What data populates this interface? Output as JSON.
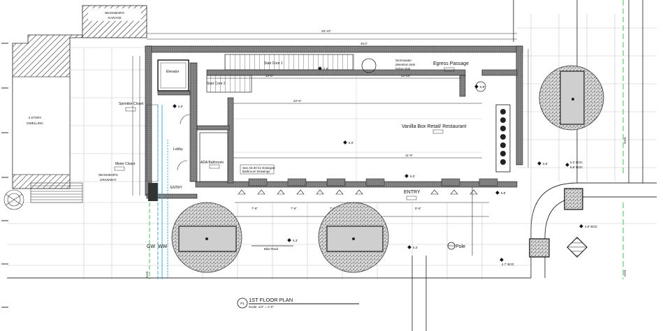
{
  "rooms": {
    "neighbor_garage_1": "NEIGHBOR'S",
    "neighbor_garage_2": "GARAGE",
    "dwelling_1": "3 STORY",
    "dwelling_2": "DWELLING",
    "driveway_1": "NEIGHBOR'S",
    "driveway_2": "DRIVEWAY",
    "elevator": "Elevator",
    "stair_core_1": "Stair Core 1",
    "stair_core_2": "Stair Core 2",
    "sprinkler_closet": "Sprinkler Closet",
    "meter_closet": "Meter Closet",
    "lobby": "Lobby",
    "bathroom": "ADA Bathroom",
    "retail": "Vanilla Box Retail/ Restaurant",
    "egress": "Egress Passage",
    "stormwater_1": "Stormwater",
    "stormwater_2": "detention tank",
    "stormwater_3": "below slab",
    "entry_main": "ENTRY",
    "entry_side": "ENTRY",
    "pole": "Pole",
    "note_1": "See A8.00 for Enlarged",
    "note_2": "Bathroom Drawings",
    "bike_rack": "Bike Rack"
  },
  "elevations": {
    "e1": "7.6'",
    "e2": "6.0'",
    "e3": "6.0'",
    "e4": "6.0'",
    "e5": "5.5'",
    "e6": "5.8'",
    "e7": "5.3'",
    "e8": "5.2'",
    "e9": "5.5'",
    "boc1": "5.2' BOC",
    "boc2": "5.6' BOC",
    "boc3": "4.8' BOC",
    "boc4": "4.7' BOC",
    "tc": "5.8'"
  },
  "dimensions": {
    "d1": "45'-10\"",
    "d2": "45.0'",
    "d3": "14'-0\"",
    "d4": "14'-10\"",
    "d5": "22'-6\"",
    "d6": "11'-6\"",
    "d7": "7'-6\"",
    "d8": "7'-6\"",
    "d9": "7'-6\"",
    "d10": "9'-6\""
  },
  "utilities": {
    "gas_left": "GAS",
    "gas_right_top": "GAS",
    "gas_right_bottom": "GAS",
    "gw": "GW",
    "ww": "WW"
  },
  "title_block": {
    "symbol": "P1",
    "title": "1ST FLOOR PLAN",
    "scale": "Scale: 1/4\" = 1'-0\""
  },
  "colors": {
    "ink": "#1a1a1a",
    "grid": "#c8c8c8",
    "water": "#29a3c7",
    "gas": "#3cb04a"
  }
}
